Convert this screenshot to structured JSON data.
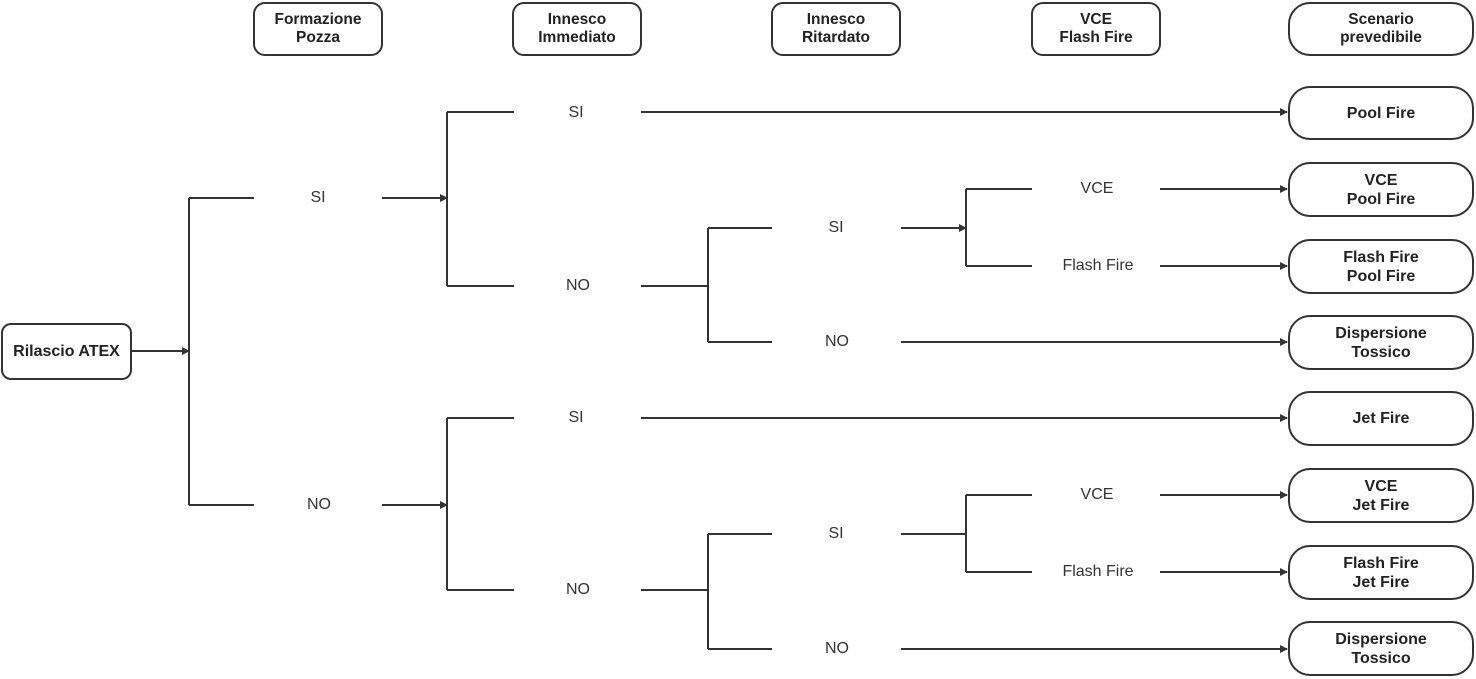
{
  "headers": [
    {
      "l1": "Formazione",
      "l2": "Pozza"
    },
    {
      "l1": "Innesco",
      "l2": "Immediato"
    },
    {
      "l1": "Innesco",
      "l2": "Ritardato"
    },
    {
      "l1": "VCE",
      "l2": "Flash Fire"
    },
    {
      "l1": "Scenario",
      "l2": "prevedibile"
    }
  ],
  "root": {
    "label": "Rilascio ATEX"
  },
  "branches": {
    "pozza_si": "SI",
    "pozza_no": "NO",
    "top": {
      "imm_si": "SI",
      "imm_no": "NO",
      "rit_si": "SI",
      "rit_no": "NO",
      "vce": "VCE",
      "flash": "Flash Fire"
    },
    "bottom": {
      "imm_si": "SI",
      "imm_no": "NO",
      "rit_si": "SI",
      "rit_no": "NO",
      "vce": "VCE",
      "flash": "Flash Fire"
    }
  },
  "outcomes": [
    {
      "l1": "Pool Fire",
      "l2": ""
    },
    {
      "l1": "VCE",
      "l2": "Pool Fire"
    },
    {
      "l1": "Flash Fire",
      "l2": "Pool Fire"
    },
    {
      "l1": "Dispersione",
      "l2": "Tossico"
    },
    {
      "l1": "Jet Fire",
      "l2": ""
    },
    {
      "l1": "VCE",
      "l2": "Jet Fire"
    },
    {
      "l1": "Flash Fire",
      "l2": "Jet Fire"
    },
    {
      "l1": "Dispersione",
      "l2": "Tossico"
    }
  ]
}
